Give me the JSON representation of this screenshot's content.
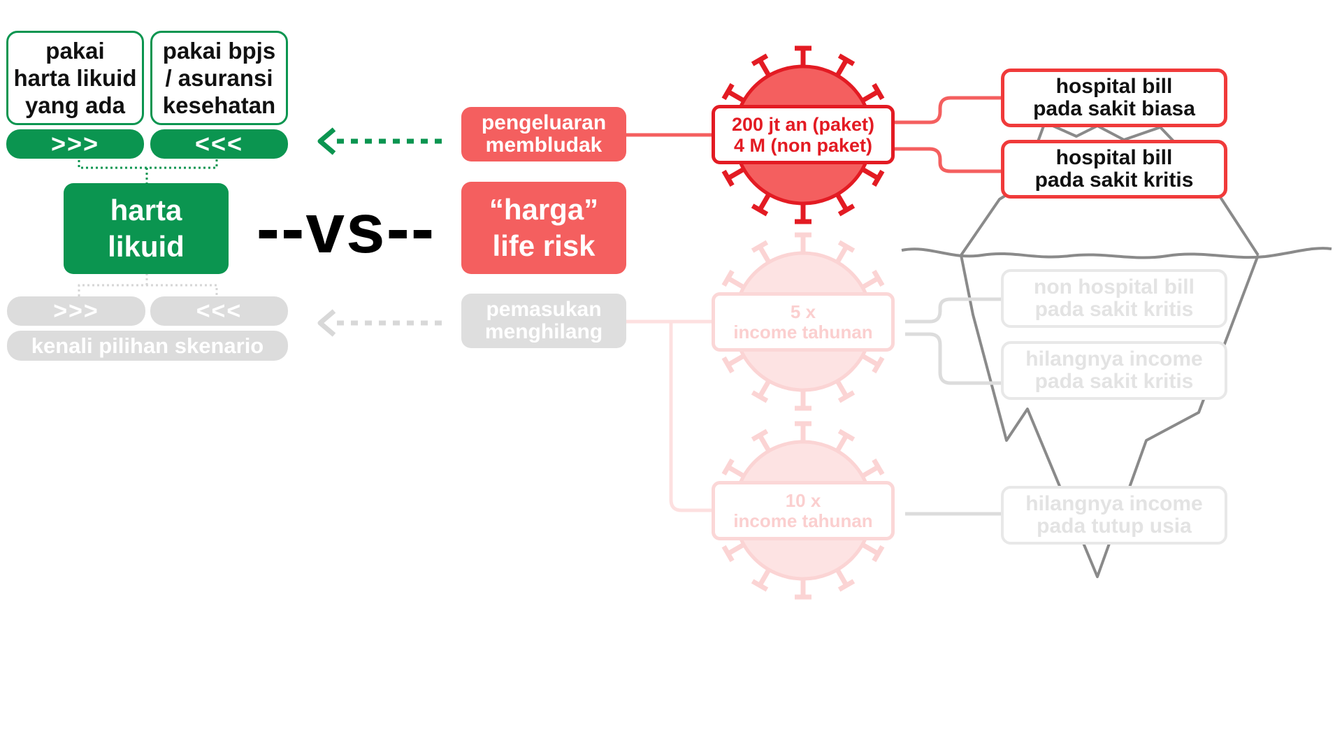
{
  "left": {
    "option_a": "pakai\nharta likuid\nyang ada",
    "option_b": "pakai bpjs\n/ asuransi\nkesehatan",
    "arrow_right": ">>>",
    "arrow_left": "<<<",
    "main": "harta\nlikuid",
    "grey_arrow_right": ">>>",
    "grey_arrow_left": "<<<",
    "scenario": "kenali pilihan skenario"
  },
  "vs": "--vs--",
  "middle": {
    "expense": "pengeluaran\nmembludak",
    "main": "“harga”\nlife risk",
    "income": "pemasukan\nmenghilang"
  },
  "viruses": {
    "top": "200 jt an (paket)\n4 M (non paket)",
    "middle": "5 x\nincome tahunan",
    "bottom": "10 x\nincome tahunan"
  },
  "right": {
    "bill_normal": "hospital bill\npada sakit biasa",
    "bill_critical": "hospital bill\npada sakit kritis",
    "non_hospital": "non hospital bill\npada sakit kritis",
    "income_loss_critical": "hilangnya income\npada sakit kritis",
    "income_loss_retire": "hilangnya income\npada tutup usia"
  },
  "colors": {
    "green": "#0b9550",
    "red": "#f45f5f",
    "virus_red": "#e31b23",
    "grey": "#dcdcdc"
  }
}
